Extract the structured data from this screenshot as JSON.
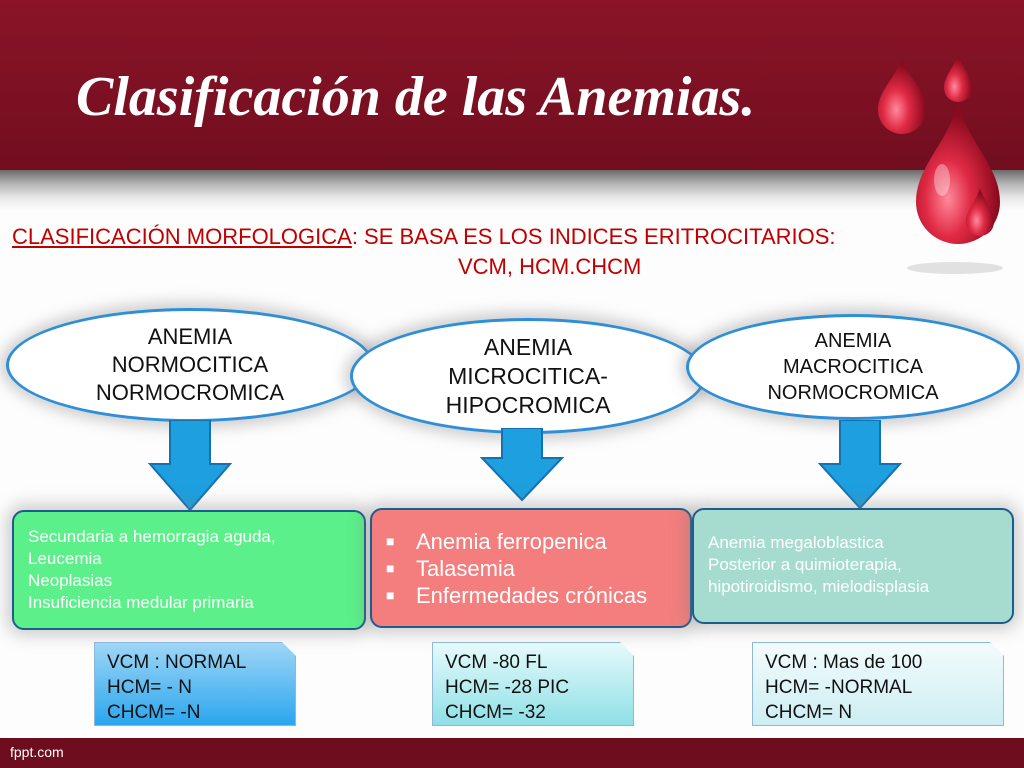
{
  "title": "Clasificación de las Anemias.",
  "subtitle": {
    "underlined": "CLASIFICACIÓN MORFOLOGICA",
    "rest": ": SE BASA ES LOS INDICES ERITROCITARIOS:",
    "line2": "VCM, HCM.CHCM"
  },
  "categories": [
    {
      "label": "ANEMIA\nNORMOCITICA\nNORMOCROMICA",
      "details": [
        "Secundaria a hemorragia aguda,",
        "Leucemia",
        "Neoplasias",
        "Insuficiencia medular primaria"
      ],
      "indices": [
        "VCM : NORMAL",
        "HCM= - N",
        "CHCM= -N"
      ]
    },
    {
      "label": "ANEMIA\nMICROCITICA-\nHIPOCROMICA",
      "details": [
        "Anemia ferropenica",
        "Talasemia",
        "Enfermedades crónicas"
      ],
      "indices": [
        "VCM -80 FL",
        "HCM= -28 PIC",
        "CHCM= -32"
      ]
    },
    {
      "label": "ANEMIA\nMACROCITICA\nNORMOCROMICA",
      "details": [
        "Anemia megaloblastica",
        "Posterior a quimioterapia,",
        "hipotiroidismo, mielodisplasia"
      ],
      "indices": [
        "VCM : Mas de 100",
        "HCM= -NORMAL",
        "CHCM= N"
      ]
    }
  ],
  "bullet_symbol": "■",
  "footer": "fppt.com",
  "colors": {
    "header": "#7a1022",
    "subtitle": "#c00000",
    "ellipse_border": "#2e8fd8",
    "arrow": "#1e9fe0",
    "box1": "#5cf08a",
    "box2": "#f47e7e",
    "box3": "#a6dccf",
    "note1": "#2aa6ee",
    "note2": "#8ee0e6",
    "note3": "#cdeef2"
  }
}
